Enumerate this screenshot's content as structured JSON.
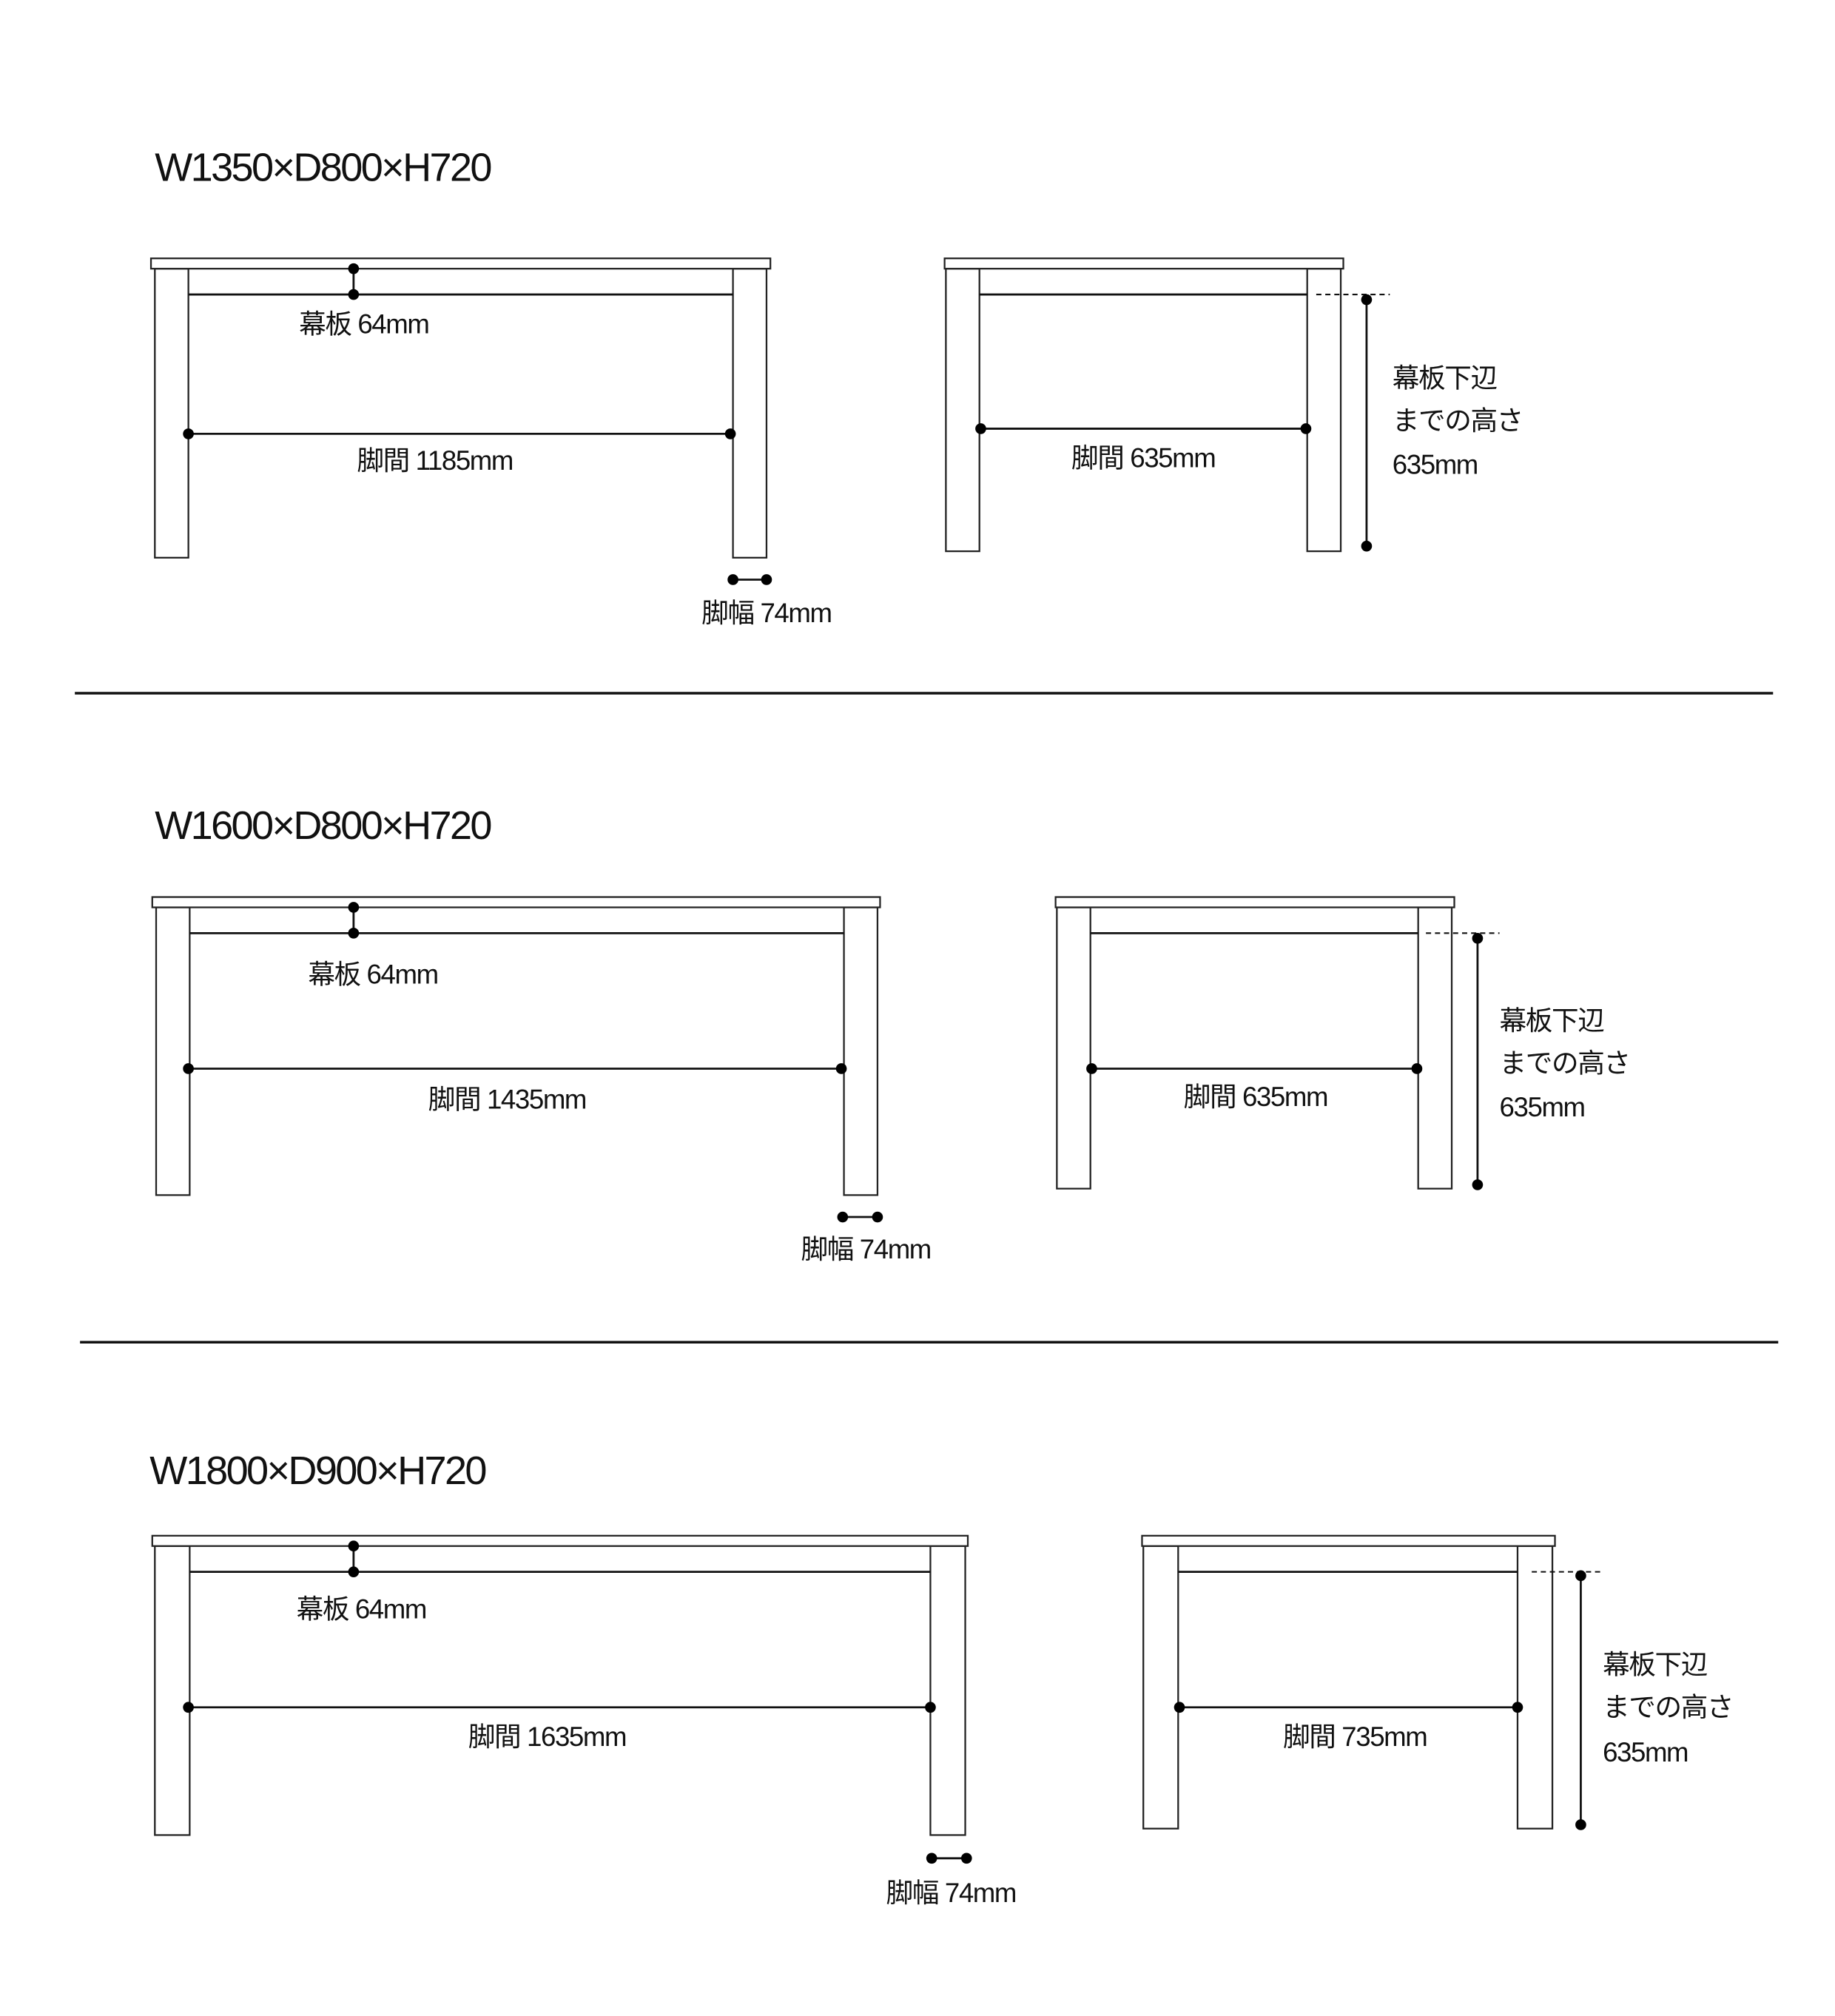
{
  "sections": [
    {
      "title": "W1350×D800×H720",
      "front": {
        "apron_label": "幕板 64mm",
        "leg_gap_label": "脚間 1185mm",
        "leg_width_label": "脚幅 74mm"
      },
      "side": {
        "leg_gap_label": "脚間 635mm",
        "height_label": [
          "幕板下辺",
          "までの高さ",
          "635mm"
        ]
      }
    },
    {
      "title": "W1600×D800×H720",
      "front": {
        "apron_label": "幕板 64mm",
        "leg_gap_label": "脚間 1435mm",
        "leg_width_label": "脚幅 74mm"
      },
      "side": {
        "leg_gap_label": "脚間 635mm",
        "height_label": [
          "幕板下辺",
          "までの高さ",
          "635mm"
        ]
      }
    },
    {
      "title": "W1800×D900×H720",
      "front": {
        "apron_label": "幕板 64mm",
        "leg_gap_label": "脚間 1635mm",
        "leg_width_label": "脚幅 74mm"
      },
      "side": {
        "leg_gap_label": "脚間 735mm",
        "height_label": [
          "幕板下辺",
          "までの高さ",
          "635mm"
        ]
      }
    }
  ]
}
